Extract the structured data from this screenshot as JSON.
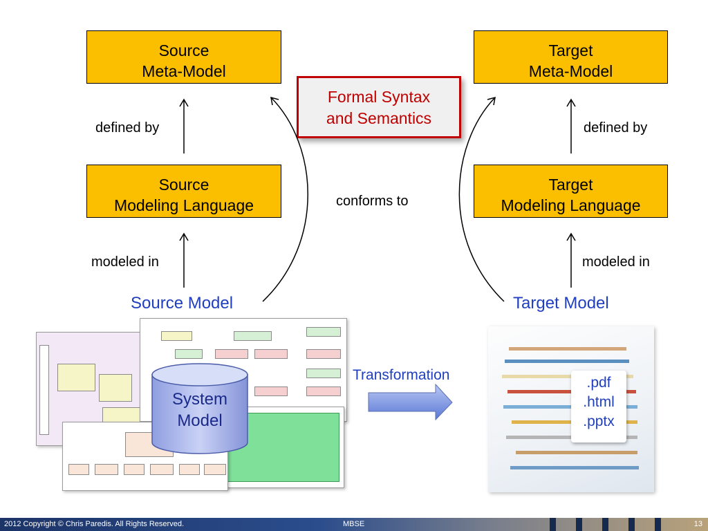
{
  "boxes": {
    "source_meta": [
      "Source",
      "Meta-Model"
    ],
    "target_meta": [
      "Target",
      "Meta-Model"
    ],
    "source_lang": [
      "Source",
      "Modeling Language"
    ],
    "target_lang": [
      "Target",
      "Modeling Language"
    ]
  },
  "formal": [
    "Formal Syntax",
    "and Semantics"
  ],
  "labels": {
    "defined_by_left": "defined by",
    "defined_by_right": "defined by",
    "modeled_in_left": "modeled in",
    "modeled_in_right": "modeled in",
    "conforms_to": "conforms to",
    "transformation": "Transformation"
  },
  "models": {
    "source": "Source Model",
    "target": "Target Model",
    "system": [
      "System",
      "Model"
    ]
  },
  "outputs": [
    ".pdf",
    ".html",
    ".pptx"
  ],
  "footer": {
    "copyright": "2012 Copyright © Chris Paredis. All Rights Reserved.",
    "course": "MBSE",
    "page": "13"
  },
  "colors": {
    "box_fill": "#fbbf00",
    "formal_border": "#c00000",
    "model_text": "#1f3fbf"
  }
}
